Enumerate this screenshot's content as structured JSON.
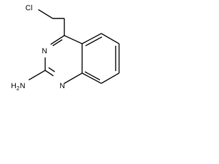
{
  "molecule": {
    "atoms": {
      "chlorine": "Cl",
      "nitrogen_top": "N",
      "nitrogen_bottom": "N",
      "amine_main": "H",
      "amine_sub": "2",
      "amine_n": "N"
    }
  }
}
